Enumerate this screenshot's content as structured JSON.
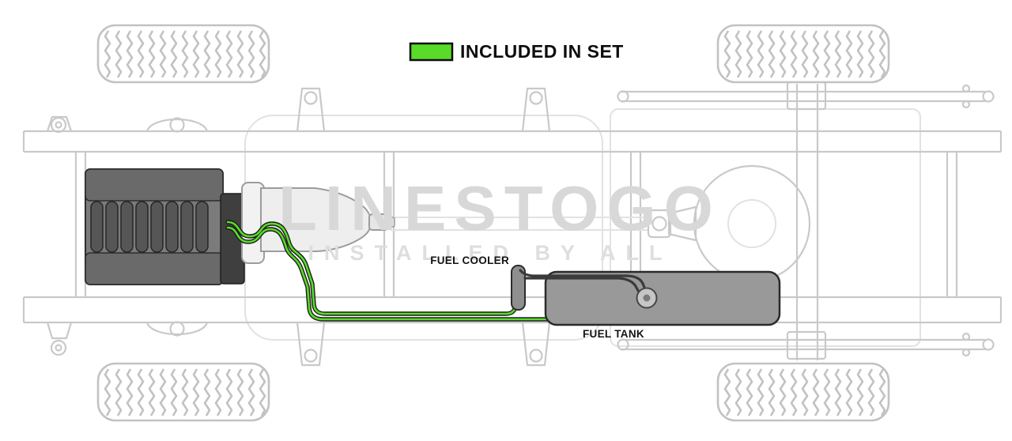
{
  "legend": {
    "label": "INCLUDED IN SET"
  },
  "labels": {
    "fuel_cooler": "FUEL COOLER",
    "fuel_tank": "FUEL TANK"
  },
  "watermark": {
    "line1": "LINESTOGO",
    "line2": "INSTALLED BY ALL"
  },
  "colors": {
    "included_green": "#59DB29"
  }
}
